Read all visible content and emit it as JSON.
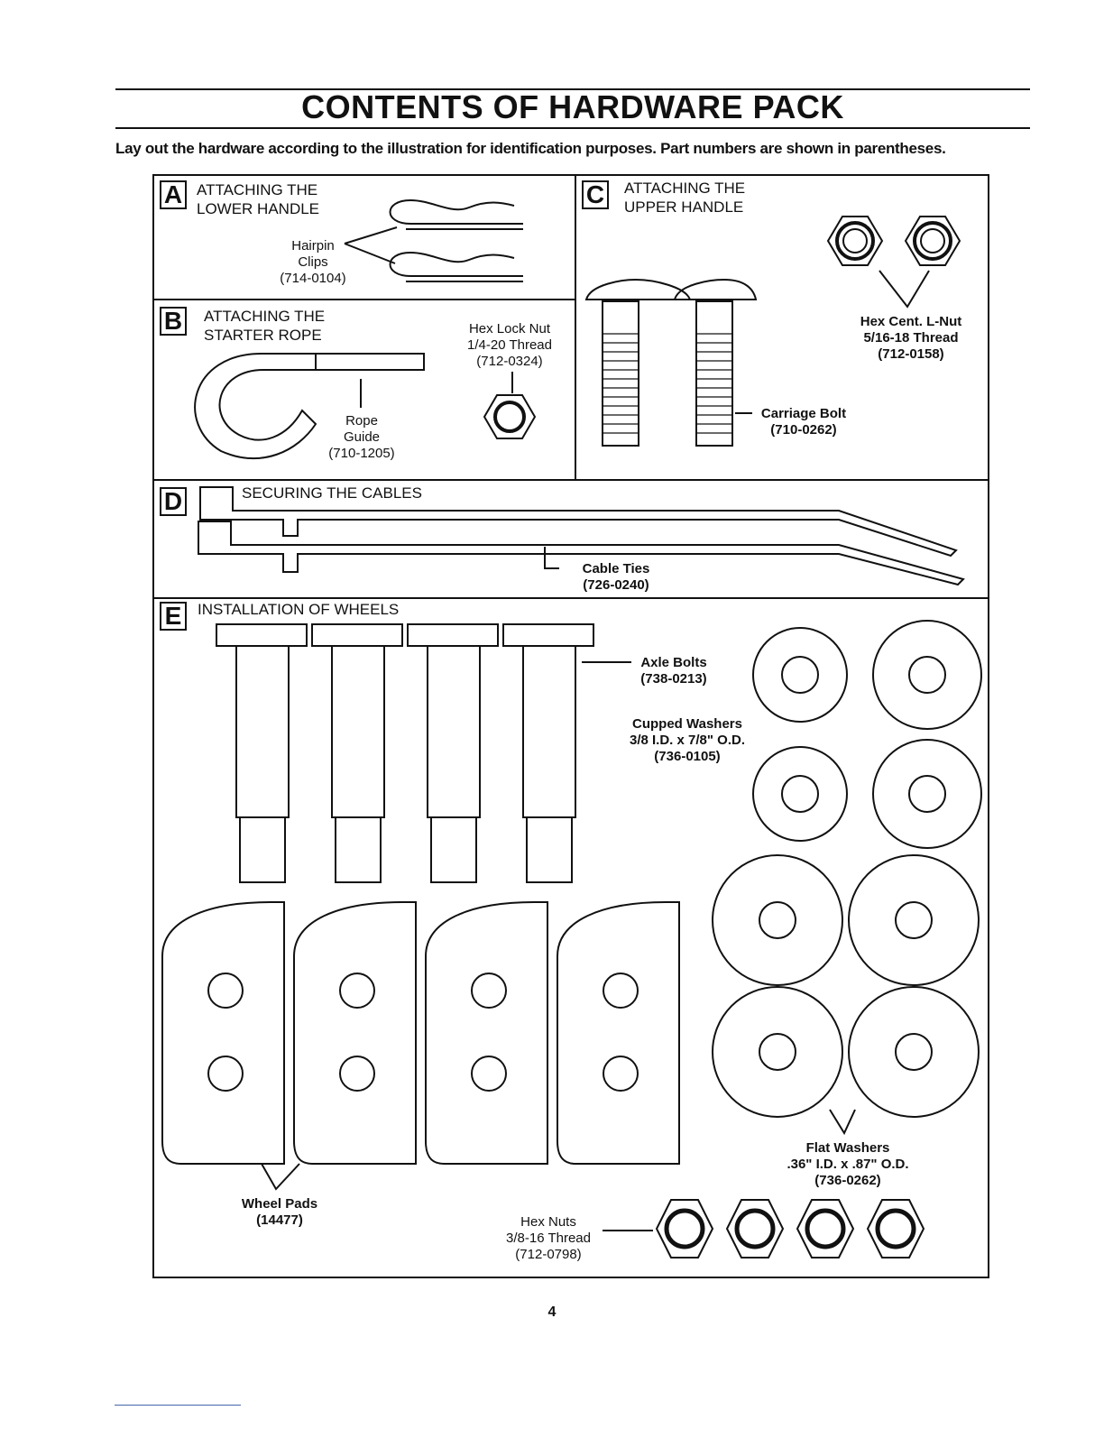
{
  "header": {
    "title": "CONTENTS OF HARDWARE PACK",
    "intro": "Lay out the hardware according to the  illustration for identification purposes. Part numbers are shown in parentheses."
  },
  "sections": {
    "a": {
      "letter": "A",
      "title1": "ATTACHING THE",
      "title2": "LOWER HANDLE",
      "part1": "Hairpin",
      "part2": "Clips",
      "part3": "(714-0104)"
    },
    "b": {
      "letter": "B",
      "title1": "ATTACHING THE",
      "title2": "STARTER ROPE",
      "guide1": "Rope",
      "guide2": "Guide",
      "guide3": "(710-1205)",
      "nut1": "Hex Lock Nut",
      "nut2": "1/4-20 Thread",
      "nut3": "(712-0324)"
    },
    "c": {
      "letter": "C",
      "title1": "ATTACHING THE",
      "title2": "UPPER HANDLE",
      "nut1": "Hex Cent. L-Nut",
      "nut2": "5/16-18 Thread",
      "nut3": "(712-0158)",
      "bolt1": "Carriage Bolt",
      "bolt2": "(710-0262)"
    },
    "d": {
      "letter": "D",
      "title": "SECURING THE CABLES",
      "ties1": "Cable Ties",
      "ties2": "(726-0240)"
    },
    "e": {
      "letter": "E",
      "title": "INSTALLATION OF WHEELS",
      "axle1": "Axle Bolts",
      "axle2": "(738-0213)",
      "cup1": "Cupped Washers",
      "cup2": "3/8  I.D. x  7/8\" O.D.",
      "cup3": "(736-0105)",
      "flat1": "Flat Washers",
      "flat2": ".36\"  I.D. x .87\" O.D.",
      "flat3": "(736-0262)",
      "pads1": "Wheel Pads",
      "pads2": "(14477)",
      "hex1": "Hex Nuts",
      "hex2": "3/8-16 Thread",
      "hex3": "(712-0798)"
    }
  },
  "footer": {
    "page_number": "4"
  }
}
